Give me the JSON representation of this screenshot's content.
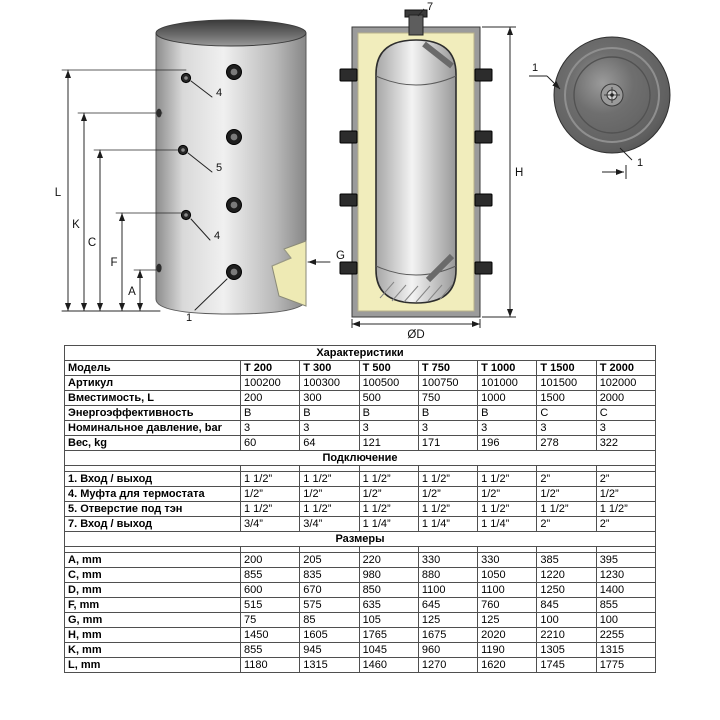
{
  "diagram": {
    "labels": {
      "L": "L",
      "K": "K",
      "C": "C",
      "F": "F",
      "A": "A",
      "G": "G",
      "H": "H",
      "diameter": "ØD",
      "n1": "1",
      "n4": "4",
      "n5": "5",
      "n7": "7"
    }
  },
  "table": {
    "sections": [
      {
        "title": "Характеристики",
        "spacer": false,
        "rows": [
          {
            "label": "Модель",
            "bold_values": true,
            "values": [
              "T 200",
              "T 300",
              "T 500",
              "T 750",
              "T 1000",
              "T 1500",
              "T 2000"
            ]
          },
          {
            "label": "Артикул",
            "values": [
              "100200",
              "100300",
              "100500",
              "100750",
              "101000",
              "101500",
              "102000"
            ]
          },
          {
            "label": "Вместимость, L",
            "values": [
              "200",
              "300",
              "500",
              "750",
              "1000",
              "1500",
              "2000"
            ]
          },
          {
            "label": "Энергоэффективность",
            "values": [
              "B",
              "B",
              "B",
              "B",
              "B",
              "C",
              "C"
            ]
          },
          {
            "label": "Номинальное давление, bar",
            "values": [
              "3",
              "3",
              "3",
              "3",
              "3",
              "3",
              "3"
            ]
          },
          {
            "label": "Вес, kg",
            "values": [
              "60",
              "64",
              "121",
              "171",
              "196",
              "278",
              "322"
            ]
          }
        ]
      },
      {
        "title": "Подключение",
        "spacer": true,
        "rows": [
          {
            "label": "1. Вход / выход",
            "values": [
              "1 1/2”",
              "1 1/2”",
              "1 1/2”",
              "1 1/2”",
              "1 1/2”",
              "2”",
              "2”"
            ]
          },
          {
            "label": "4. Муфта для термостата",
            "values": [
              "1/2”",
              "1/2”",
              "1/2”",
              "1/2”",
              "1/2”",
              "1/2”",
              "1/2”"
            ]
          },
          {
            "label": "5. Отверстие под тэн",
            "values": [
              "1 1/2”",
              "1 1/2”",
              "1 1/2”",
              "1 1/2”",
              "1 1/2”",
              "1 1/2”",
              "1 1/2”"
            ]
          },
          {
            "label": "7. Вход / выход",
            "values": [
              "3/4”",
              "3/4”",
              "1 1/4”",
              "1 1/4”",
              "1 1/4”",
              "2”",
              "2”"
            ]
          }
        ]
      },
      {
        "title": "Размеры",
        "spacer": true,
        "rows": [
          {
            "label": "A, mm",
            "values": [
              "200",
              "205",
              "220",
              "330",
              "330",
              "385",
              "395"
            ]
          },
          {
            "label": "C, mm",
            "values": [
              "855",
              "835",
              "980",
              "880",
              "1050",
              "1220",
              "1230"
            ]
          },
          {
            "label": "D, mm",
            "values": [
              "600",
              "670",
              "850",
              "1100",
              "1100",
              "1250",
              "1400"
            ]
          },
          {
            "label": "F, mm",
            "values": [
              "515",
              "575",
              "635",
              "645",
              "760",
              "845",
              "855"
            ]
          },
          {
            "label": "G, mm",
            "values": [
              "75",
              "85",
              "105",
              "125",
              "125",
              "100",
              "100"
            ]
          },
          {
            "label": "H, mm",
            "values": [
              "1450",
              "1605",
              "1765",
              "1675",
              "2020",
              "2210",
              "2255"
            ]
          },
          {
            "label": "K, mm",
            "values": [
              "855",
              "945",
              "1045",
              "960",
              "1190",
              "1305",
              "1315"
            ]
          },
          {
            "label": "L, mm",
            "values": [
              "1180",
              "1315",
              "1460",
              "1270",
              "1620",
              "1745",
              "1775"
            ]
          }
        ]
      }
    ]
  }
}
